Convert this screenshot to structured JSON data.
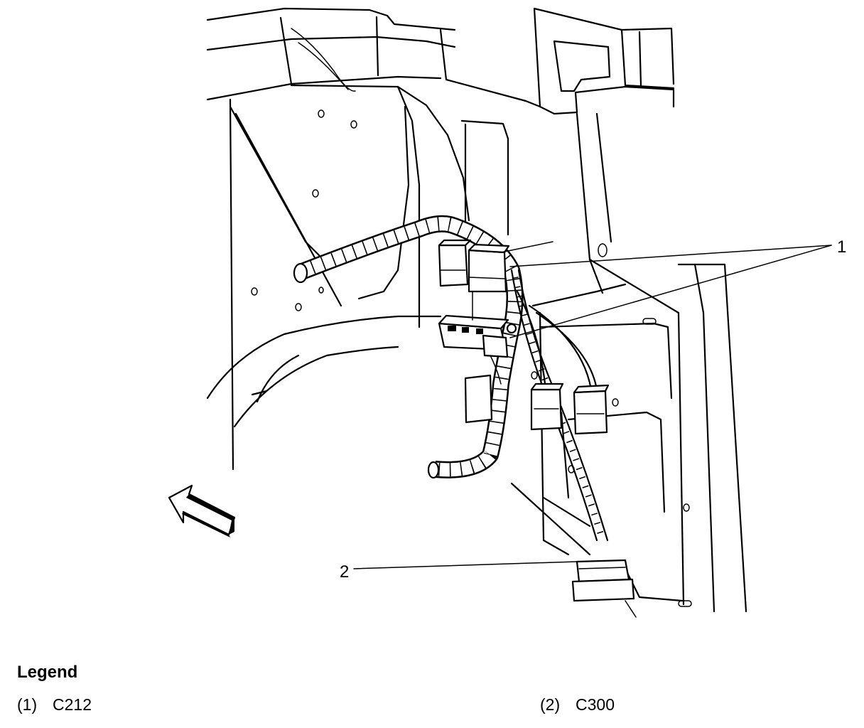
{
  "diagram": {
    "callouts": [
      {
        "id": "1",
        "label": "1"
      },
      {
        "id": "2",
        "label": "2"
      }
    ]
  },
  "legend": {
    "title": "Legend",
    "items": [
      {
        "number": "(1)",
        "text": "C212"
      },
      {
        "number": "(2)",
        "text": "C300"
      }
    ]
  },
  "colors": {
    "ink": "#000000",
    "paper": "#ffffff"
  }
}
